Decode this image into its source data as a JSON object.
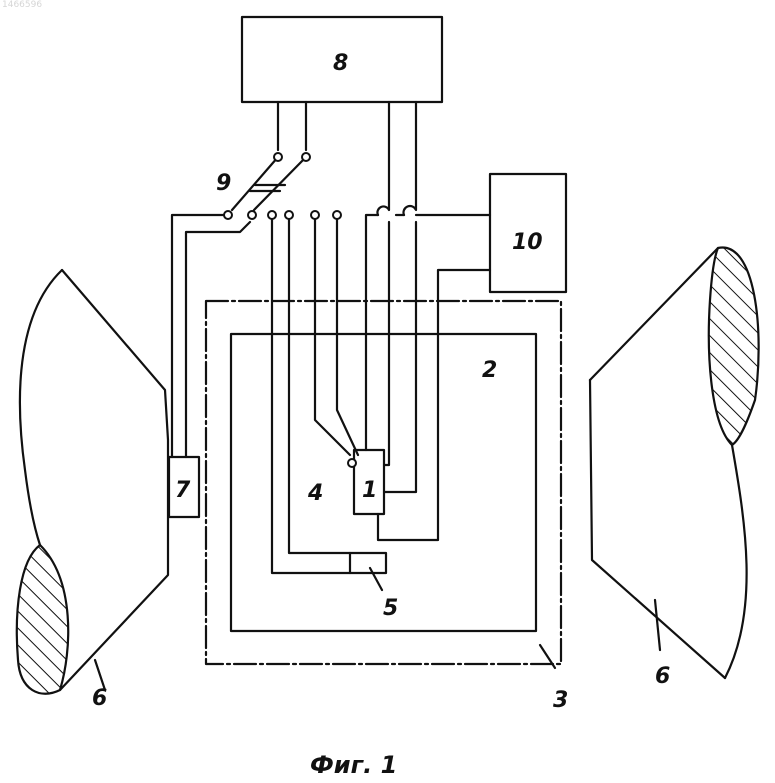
{
  "watermark": "1466596",
  "caption": "Фиг. 1",
  "labels": {
    "block_1": "1",
    "part_2": "2",
    "part_3": "3",
    "part_4": "4",
    "part_5": "5",
    "part_6_left": "6",
    "part_6_right": "6",
    "block_7": "7",
    "block_8": "8",
    "switch_9": "9",
    "block_10": "10"
  },
  "colors": {
    "ink": "#111111",
    "paper": "#ffffff"
  }
}
